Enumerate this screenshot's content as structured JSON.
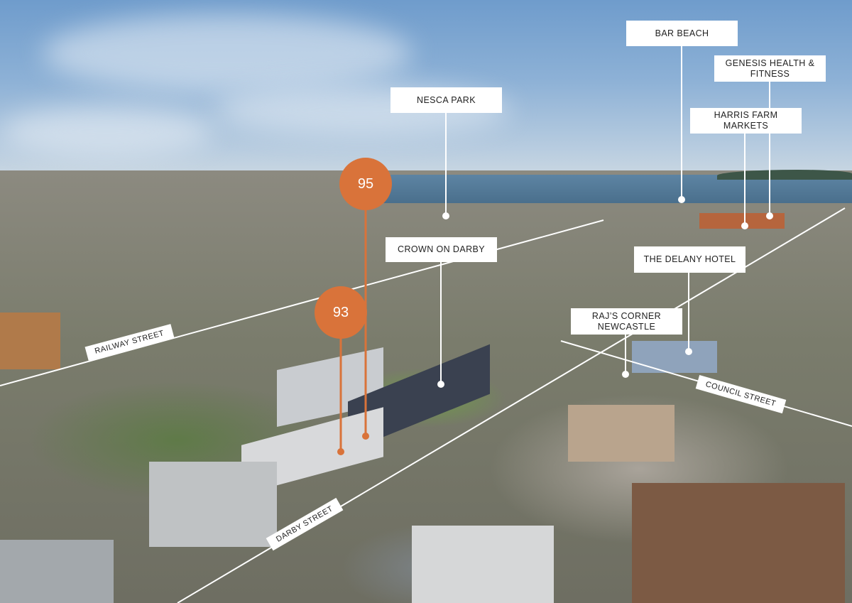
{
  "colors": {
    "accent": "#d9733a",
    "label_bg": "#ffffff",
    "line": "#ffffff"
  },
  "points_of_interest": [
    {
      "id": "bar-beach",
      "label": "BAR BEACH"
    },
    {
      "id": "genesis",
      "label": "GENESIS HEALTH & FITNESS"
    },
    {
      "id": "harris-farm",
      "label": "HARRIS FARM MARKETS"
    },
    {
      "id": "nesca-park",
      "label": "NESCA PARK"
    },
    {
      "id": "crown-on-darby",
      "label": "CROWN ON DARBY"
    },
    {
      "id": "delany-hotel",
      "label": "THE DELANY HOTEL"
    },
    {
      "id": "rajs-corner",
      "label": "RAJ’S CORNER NEWCASTLE"
    }
  ],
  "property_markers": [
    {
      "label": "95"
    },
    {
      "label": "93"
    }
  ],
  "streets": [
    {
      "label": "RAILWAY STREET"
    },
    {
      "label": "DARBY STREET"
    },
    {
      "label": "COUNCIL STREET"
    }
  ]
}
